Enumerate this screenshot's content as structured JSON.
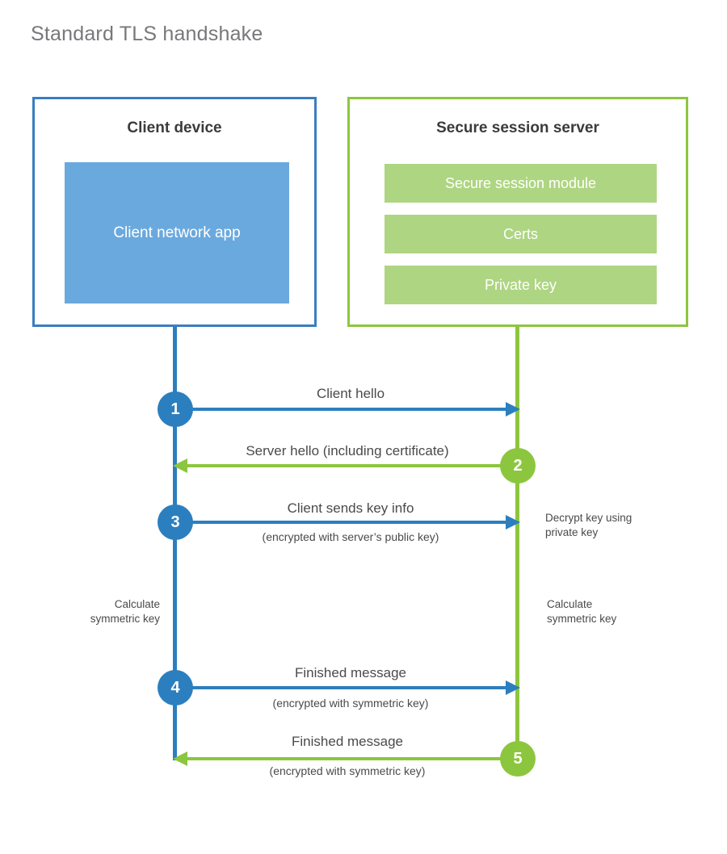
{
  "page": {
    "title": "Standard TLS handshake",
    "background_color": "#ffffff"
  },
  "colors": {
    "client_accent": "#2c7fbf",
    "client_border": "#3a7ec0",
    "client_block_fill": "#6aa9dd",
    "server_accent": "#8cc63e",
    "server_border": "#8cc63e",
    "server_block_fill": "#aed581",
    "text_dark": "#3b3b3d",
    "text_body": "#4a4a4c",
    "title_gray": "#77787b"
  },
  "client": {
    "title": "Client device",
    "app_label": "Client network app"
  },
  "server": {
    "title": "Secure session server",
    "blocks": [
      {
        "label": "Secure session module"
      },
      {
        "label": "Certs"
      },
      {
        "label": "Private key"
      }
    ]
  },
  "steps": [
    {
      "number": "1",
      "side": "client",
      "direction": "right",
      "label": "Client hello",
      "sublabel": ""
    },
    {
      "number": "2",
      "side": "server",
      "direction": "left",
      "label": "Server hello (including certificate)",
      "sublabel": ""
    },
    {
      "number": "3",
      "side": "client",
      "direction": "right",
      "label": "Client sends key info",
      "sublabel": "(encrypted with server’s public key)"
    },
    {
      "number": "4",
      "side": "client",
      "direction": "right",
      "label": "Finished message",
      "sublabel": "(encrypted with symmetric key)"
    },
    {
      "number": "5",
      "side": "server",
      "direction": "left",
      "label": "Finished message",
      "sublabel": "(encrypted with symmetric key)"
    }
  ],
  "annotations": {
    "decrypt_note_line1": "Decrypt key using",
    "decrypt_note_line2": "private key",
    "client_calc_line1": "Calculate",
    "client_calc_line2": "symmetric key",
    "server_calc_line1": "Calculate",
    "server_calc_line2": "symmetric key"
  }
}
